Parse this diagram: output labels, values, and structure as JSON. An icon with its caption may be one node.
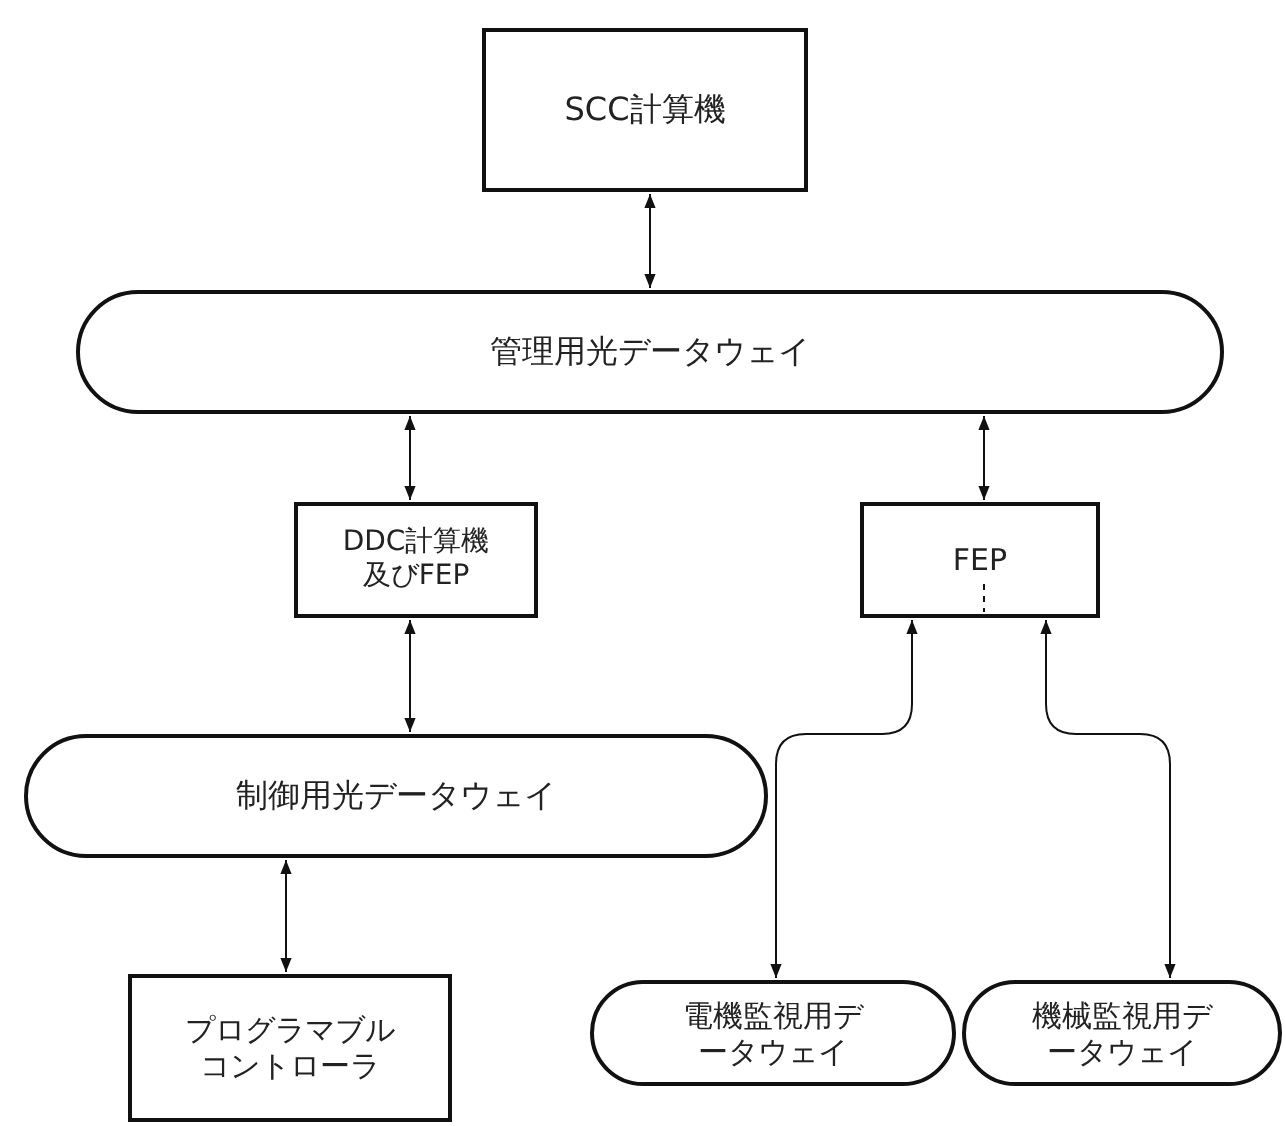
{
  "diagram": {
    "nodes": [
      {
        "text": [
          "SCC計算機"
        ]
      },
      {
        "text": [
          "管理用光データウェイ"
        ]
      },
      {
        "text": [
          "DDC計算機及びFEP"
        ]
      },
      {
        "text": [
          "FEP"
        ]
      },
      {
        "text": [
          "制御用光データウェイ"
        ]
      },
      {
        "text": [
          "プログラマブルコントローラ"
        ]
      },
      {
        "text": [
          "電機監視用データウェイ"
        ]
      },
      {
        "text": [
          "機械監視用データウェイ"
        ]
      }
    ],
    "edges": [
      {
        "from": 0,
        "to": 1,
        "arrow": "both"
      },
      {
        "from": 1,
        "to": 2,
        "arrow": "both"
      },
      {
        "from": 1,
        "to": 3,
        "arrow": "both"
      },
      {
        "from": 2,
        "to": 4,
        "arrow": "both"
      },
      {
        "from": 4,
        "to": 5,
        "arrow": "both"
      },
      {
        "from": 3,
        "to": 6,
        "arrow": "both"
      },
      {
        "from": 3,
        "to": 7,
        "arrow": "both"
      }
    ]
  }
}
